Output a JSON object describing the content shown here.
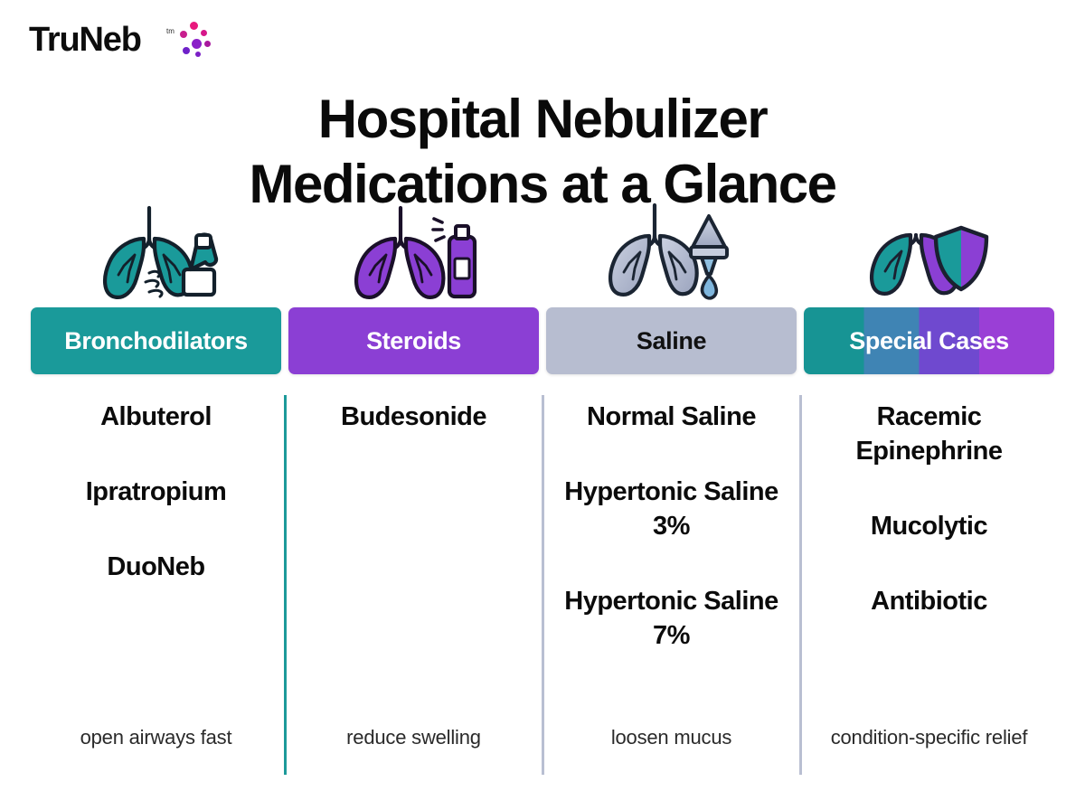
{
  "brand": {
    "name": "TruNeb",
    "trademark": "tm",
    "logo_dots_icon": "dot-cluster-icon",
    "dot_colors": [
      "#e8197d",
      "#c81f8e",
      "#8b1fc8",
      "#6f21c9",
      "#a8189e",
      "#d6178a",
      "#7b20c6"
    ]
  },
  "title": {
    "line1": "Hospital Nebulizer",
    "line2": "Medications at a Glance"
  },
  "colors": {
    "teal": "#1a9a9a",
    "teal_dark": "#12908f",
    "purple": "#8b3fd4",
    "purple_dark": "#7b2fc9",
    "silver": "#b7bdd0",
    "divider_teal": "#1d9a9a",
    "divider_gray": "#b9bfd2",
    "header_text_light": "#ffffff",
    "header_text_dark": "#111111"
  },
  "columns": [
    {
      "header": "Bronchodilators",
      "header_bg": "#1a9a9a",
      "header_text_color": "#ffffff",
      "divider_color": "#1d9a9a",
      "icon_name": "lungs-inhaler-icon",
      "icon_primary": "#1a9a9a",
      "items": [
        "Albuterol",
        "Ipratropium",
        "DuoNeb"
      ],
      "caption": "open airways fast"
    },
    {
      "header": "Steroids",
      "header_bg": "#8b3fd4",
      "header_text_color": "#ffffff",
      "divider_color": "#b9bfd2",
      "icon_name": "lungs-spray-bottle-icon",
      "icon_primary": "#8b3fd4",
      "items": [
        "Budesonide"
      ],
      "caption": "reduce swelling"
    },
    {
      "header": "Saline",
      "header_bg": "#b7bdd0",
      "header_text_color": "#111111",
      "divider_color": "#b9bfd2",
      "icon_name": "lungs-nebulizer-droplet-icon",
      "icon_primary": "#b7bdd0",
      "items": [
        "Normal Saline",
        "Hypertonic Saline 3%",
        "Hypertonic Saline 7%"
      ],
      "caption": "loosen mucus"
    },
    {
      "header": "Special Cases",
      "header_bg": "gradient",
      "header_text_color": "#ffffff",
      "divider_color": "none",
      "icon_name": "lungs-shield-icon",
      "icon_primary": "#1a9a9a",
      "icon_secondary": "#8b3fd4",
      "items": [
        "Racemic Epinephrine",
        "Mucolytic",
        "Antibiotic"
      ],
      "caption": "condition-specific relief"
    }
  ]
}
